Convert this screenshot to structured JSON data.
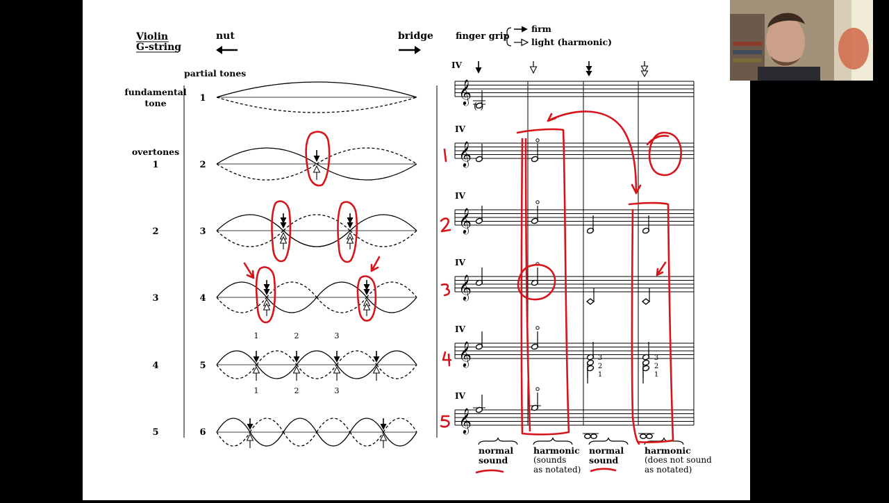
{
  "header": {
    "instrument_line1": "Violin",
    "instrument_line2": "G-string",
    "nut_label": "nut",
    "bridge_label": "bridge",
    "finger_grip_label": "finger grip",
    "legend_firm": "firm",
    "legend_light": "light (harmonic)"
  },
  "left_column": {
    "partial_tones_label": "partial tones",
    "fundamental_line1": "fundamental",
    "fundamental_line2": "tone",
    "overtones_label": "overtones",
    "rows": [
      {
        "overtone": "",
        "partial": "1"
      },
      {
        "overtone": "1",
        "partial": "2"
      },
      {
        "overtone": "2",
        "partial": "3"
      },
      {
        "overtone": "3",
        "partial": "4"
      },
      {
        "overtone": "4",
        "partial": "5"
      },
      {
        "overtone": "5",
        "partial": "6"
      }
    ],
    "row5_finger_numbers": [
      "1",
      "2",
      "3"
    ]
  },
  "score": {
    "string_label": "IV",
    "fingering_numbers": [
      "3",
      "2",
      "1"
    ],
    "column_labels": [
      {
        "line1": "normal",
        "line2": "sound",
        "line3": "",
        "line4": ""
      },
      {
        "line1": "harmonic",
        "line2": "(sounds",
        "line3": "as notated)",
        "line4": ""
      },
      {
        "line1": "normal",
        "line2": "sound",
        "line3": "",
        "line4": ""
      },
      {
        "line1": "harmonic",
        "line2": "(does not sound",
        "line3": "as notated)",
        "line4": ""
      }
    ]
  },
  "annotations": {
    "row_numbers": [
      "1",
      "2",
      "3",
      "4",
      "5"
    ],
    "color": "#d8141b"
  }
}
